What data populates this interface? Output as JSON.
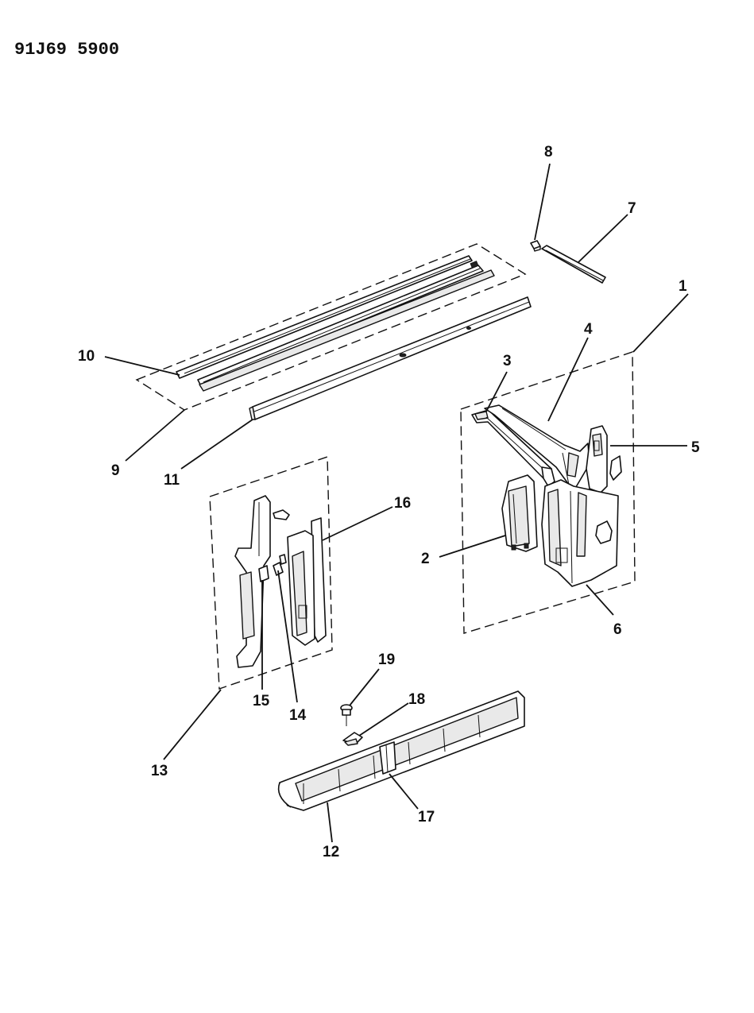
{
  "diagram": {
    "drawing_code": "91J69 5900",
    "callouts": [
      {
        "id": "1",
        "label": "1"
      },
      {
        "id": "2",
        "label": "2"
      },
      {
        "id": "3",
        "label": "3"
      },
      {
        "id": "4",
        "label": "4"
      },
      {
        "id": "5",
        "label": "5"
      },
      {
        "id": "6",
        "label": "6"
      },
      {
        "id": "7",
        "label": "7"
      },
      {
        "id": "8",
        "label": "8"
      },
      {
        "id": "9",
        "label": "9"
      },
      {
        "id": "10",
        "label": "10"
      },
      {
        "id": "11",
        "label": "11"
      },
      {
        "id": "12",
        "label": "12"
      },
      {
        "id": "13",
        "label": "13"
      },
      {
        "id": "14",
        "label": "14"
      },
      {
        "id": "15",
        "label": "15"
      },
      {
        "id": "16",
        "label": "16"
      },
      {
        "id": "17",
        "label": "17"
      },
      {
        "id": "18",
        "label": "18"
      },
      {
        "id": "19",
        "label": "19"
      }
    ]
  }
}
